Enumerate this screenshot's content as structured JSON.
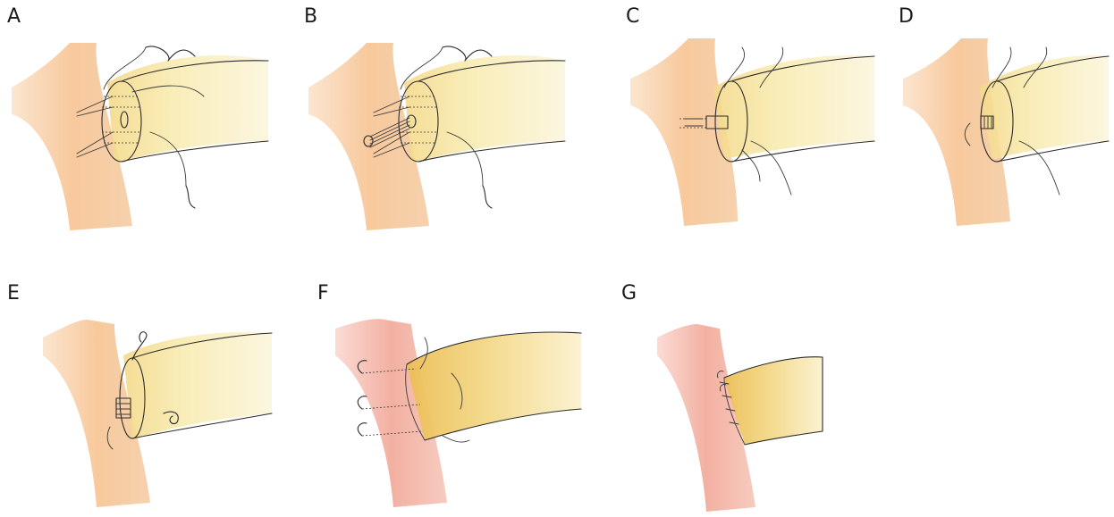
{
  "panels": [
    {
      "id": "A",
      "label": "A"
    },
    {
      "id": "B",
      "label": "B"
    },
    {
      "id": "C",
      "label": "C"
    },
    {
      "id": "D",
      "label": "D"
    },
    {
      "id": "E",
      "label": "E"
    },
    {
      "id": "F",
      "label": "F"
    },
    {
      "id": "G",
      "label": "G"
    }
  ],
  "colors": {
    "vessel": "#f6c28f",
    "vessel_edge": "#eda66a",
    "vessel_red": "#f0a090",
    "graft": "#f7e8a6",
    "graft_deep": "#efcc6a",
    "ink": "#2b2b2b"
  }
}
